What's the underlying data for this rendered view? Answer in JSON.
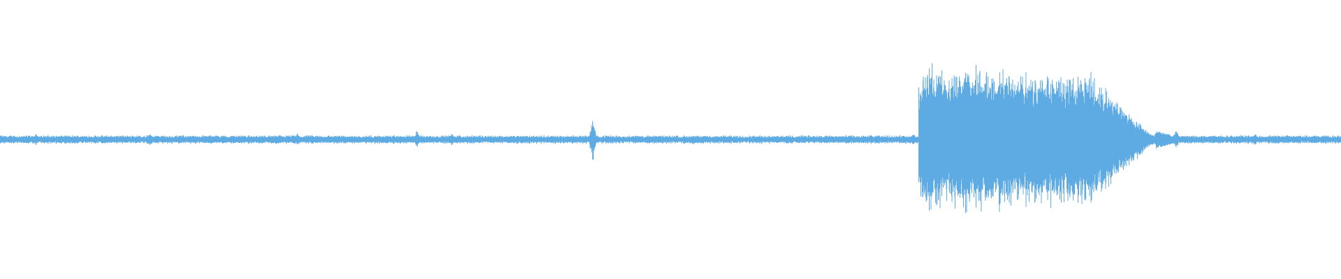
{
  "waveform": {
    "color": "#5eaae3",
    "background": "#ffffff",
    "baseline_amplitude": 0.035,
    "burst": {
      "start_fraction": 0.685,
      "end_fraction": 0.862,
      "peak_amplitude": 0.82
    },
    "spikes": [
      {
        "position_fraction": 0.027,
        "amplitude": 0.06
      },
      {
        "position_fraction": 0.112,
        "amplitude": 0.07
      },
      {
        "position_fraction": 0.222,
        "amplitude": 0.06
      },
      {
        "position_fraction": 0.311,
        "amplitude": 0.09
      },
      {
        "position_fraction": 0.337,
        "amplitude": 0.06
      },
      {
        "position_fraction": 0.442,
        "amplitude": 0.22
      },
      {
        "position_fraction": 0.517,
        "amplitude": 0.05
      },
      {
        "position_fraction": 0.681,
        "amplitude": 0.06
      },
      {
        "position_fraction": 0.877,
        "amplitude": 0.1
      },
      {
        "position_fraction": 0.936,
        "amplitude": 0.06
      }
    ]
  }
}
